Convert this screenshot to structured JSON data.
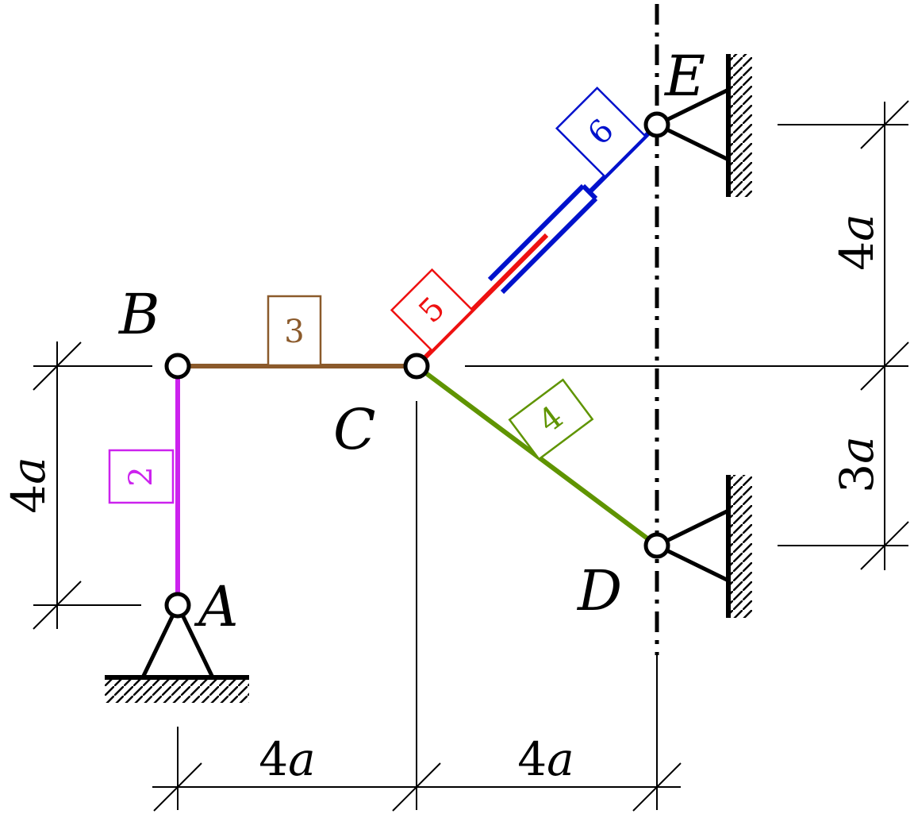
{
  "joints": {
    "A": "A",
    "B": "B",
    "C": "C",
    "D": "D",
    "E": "E"
  },
  "links": [
    {
      "id": "2",
      "label": "2",
      "color": "#cc22ee"
    },
    {
      "id": "3",
      "label": "3",
      "color": "#8b5a2b"
    },
    {
      "id": "4",
      "label": "4",
      "color": "#5f9400"
    },
    {
      "id": "5",
      "label": "5",
      "color": "#ee1111"
    },
    {
      "id": "6",
      "label": "6",
      "color": "#0011cc"
    }
  ],
  "dimensions": {
    "left_vertical": {
      "num": "4",
      "var": "a"
    },
    "bottom_left": {
      "num": "4",
      "var": "a"
    },
    "bottom_right": {
      "num": "4",
      "var": "a"
    },
    "right_upper": {
      "num": "4",
      "var": "a"
    },
    "right_lower": {
      "num": "3",
      "var": "a"
    }
  }
}
